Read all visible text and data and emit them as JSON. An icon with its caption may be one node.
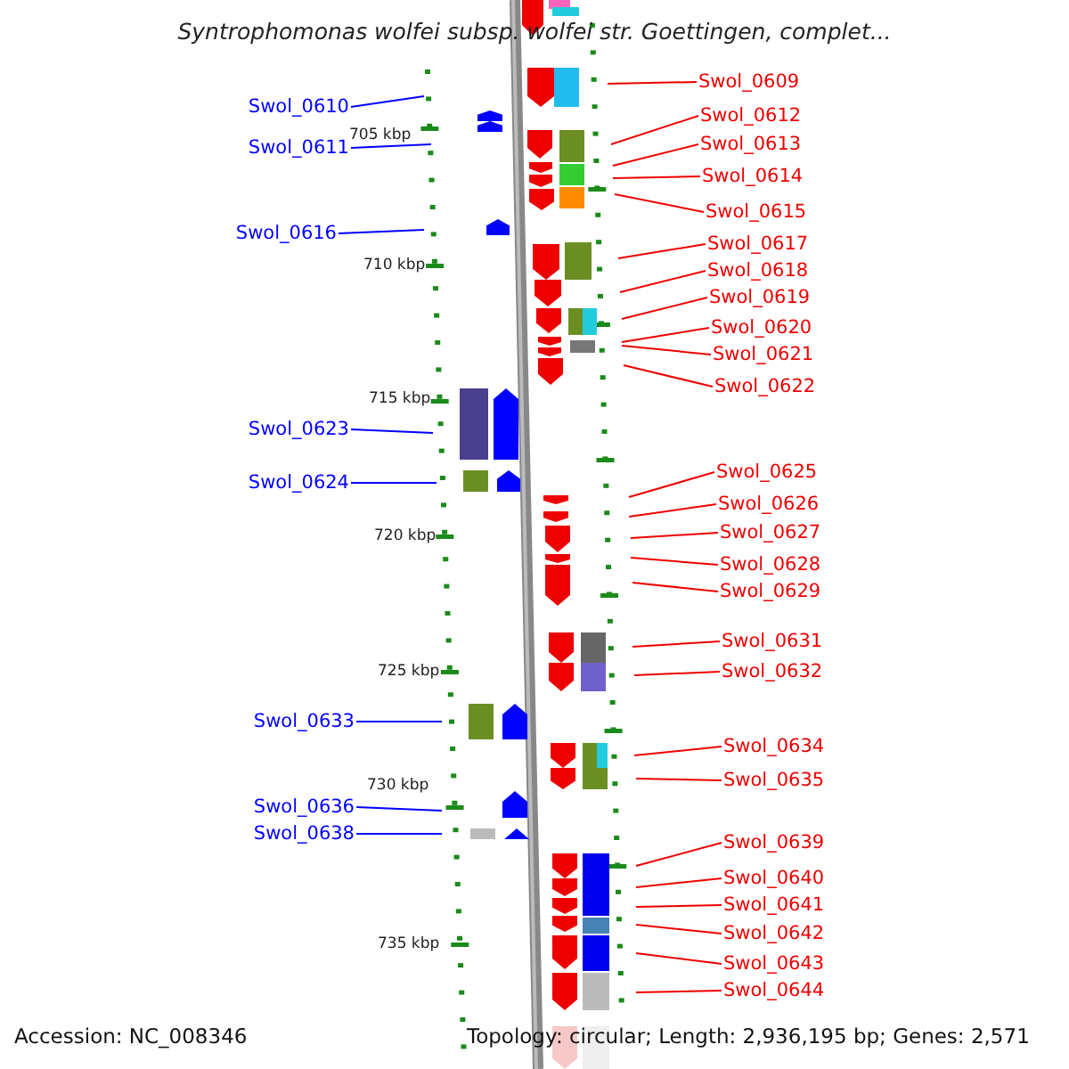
{
  "diagram": {
    "title": "Syntrophomonas wolfei subsp. wolfei str. Goettingen, complet...",
    "nodes": [
      {
        "text": [
          "Swol_0610"
        ]
      },
      {
        "text": [
          "Swol_0611"
        ]
      },
      {
        "text": [
          "Swol_0616"
        ]
      },
      {
        "text": [
          "Swol_0623"
        ]
      },
      {
        "text": [
          "Swol_0624"
        ]
      },
      {
        "text": [
          "Swol_0633"
        ]
      },
      {
        "text": [
          "Swol_0636"
        ]
      },
      {
        "text": [
          "Swol_0638"
        ]
      },
      {
        "text": [
          "Swol_0609"
        ]
      },
      {
        "text": [
          "Swol_0612"
        ]
      },
      {
        "text": [
          "Swol_0613"
        ]
      },
      {
        "text": [
          "Swol_0614"
        ]
      },
      {
        "text": [
          "Swol_0615"
        ]
      },
      {
        "text": [
          "Swol_0617"
        ]
      },
      {
        "text": [
          "Swol_0618"
        ]
      },
      {
        "text": [
          "Swol_0619"
        ]
      },
      {
        "text": [
          "Swol_0620"
        ]
      },
      {
        "text": [
          "Swol_0621"
        ]
      },
      {
        "text": [
          "Swol_0622"
        ]
      },
      {
        "text": [
          "Swol_0625"
        ]
      },
      {
        "text": [
          "Swol_0626"
        ]
      },
      {
        "text": [
          "Swol_0627"
        ]
      },
      {
        "text": [
          "Swol_0628"
        ]
      },
      {
        "text": [
          "Swol_0629"
        ]
      },
      {
        "text": [
          "Swol_0631"
        ]
      },
      {
        "text": [
          "Swol_0632"
        ]
      },
      {
        "text": [
          "Swol_0634"
        ]
      },
      {
        "text": [
          "Swol_0635"
        ]
      },
      {
        "text": [
          "Swol_0639"
        ]
      },
      {
        "text": [
          "Swol_0640"
        ]
      },
      {
        "text": [
          "Swol_0641"
        ]
      },
      {
        "text": [
          "Swol_0642"
        ]
      },
      {
        "text": [
          "Swol_0643"
        ]
      },
      {
        "text": [
          "Swol_0644"
        ]
      }
    ],
    "edges": [
      {
        "from": 0,
        "to": null,
        "arrow": "none",
        "color": "#0000ff"
      },
      {
        "from": 1,
        "to": null,
        "arrow": "none",
        "color": "#0000ff"
      },
      {
        "from": 2,
        "to": null,
        "arrow": "none",
        "color": "#0000ff"
      },
      {
        "from": 3,
        "to": null,
        "arrow": "none",
        "color": "#0000ff"
      },
      {
        "from": 4,
        "to": null,
        "arrow": "none",
        "color": "#0000ff"
      },
      {
        "from": 5,
        "to": null,
        "arrow": "none",
        "color": "#0000ff"
      },
      {
        "from": 6,
        "to": null,
        "arrow": "none",
        "color": "#0000ff"
      },
      {
        "from": 7,
        "to": null,
        "arrow": "none",
        "color": "#0000ff"
      },
      {
        "from": 8,
        "to": null,
        "arrow": "none"
      },
      {
        "from": 9,
        "to": null,
        "arrow": "none"
      },
      {
        "from": 10,
        "to": null,
        "arrow": "none"
      },
      {
        "from": 11,
        "to": null,
        "arrow": "none"
      },
      {
        "from": 12,
        "to": null,
        "arrow": "none"
      },
      {
        "from": 13,
        "to": null,
        "arrow": "none"
      },
      {
        "from": 14,
        "to": null,
        "arrow": "none"
      },
      {
        "from": 15,
        "to": null,
        "arrow": "none"
      },
      {
        "from": 16,
        "to": null,
        "arrow": "none"
      },
      {
        "from": 17,
        "to": null,
        "arrow": "none"
      },
      {
        "from": 18,
        "to": null,
        "arrow": "none"
      },
      {
        "from": 19,
        "to": null,
        "arrow": "none"
      },
      {
        "from": 20,
        "to": null,
        "arrow": "none"
      },
      {
        "from": 21,
        "to": null,
        "arrow": "none"
      },
      {
        "from": 22,
        "to": null,
        "arrow": "none"
      },
      {
        "from": 23,
        "to": null,
        "arrow": "none"
      },
      {
        "from": 24,
        "to": null,
        "arrow": "none"
      },
      {
        "from": 25,
        "to": null,
        "arrow": "none"
      },
      {
        "from": 26,
        "to": null,
        "arrow": "none"
      },
      {
        "from": 27,
        "to": null,
        "arrow": "none"
      },
      {
        "from": 28,
        "to": null,
        "arrow": "none"
      },
      {
        "from": 29,
        "to": null,
        "arrow": "none"
      },
      {
        "from": 30,
        "to": null,
        "arrow": "none"
      },
      {
        "from": 31,
        "to": null,
        "arrow": "none"
      },
      {
        "from": 32,
        "to": null,
        "arrow": "none"
      },
      {
        "from": 33,
        "to": null,
        "arrow": "none"
      }
    ],
    "labels": [
      "705 kbp",
      "710 kbp",
      "715 kbp",
      "720 kbp",
      "725 kbp",
      "730 kbp",
      "735 kbp",
      "Accession: NC_008346",
      "Topology: circular; Length: 2,936,195 bp; Genes: 2,571"
    ]
  }
}
